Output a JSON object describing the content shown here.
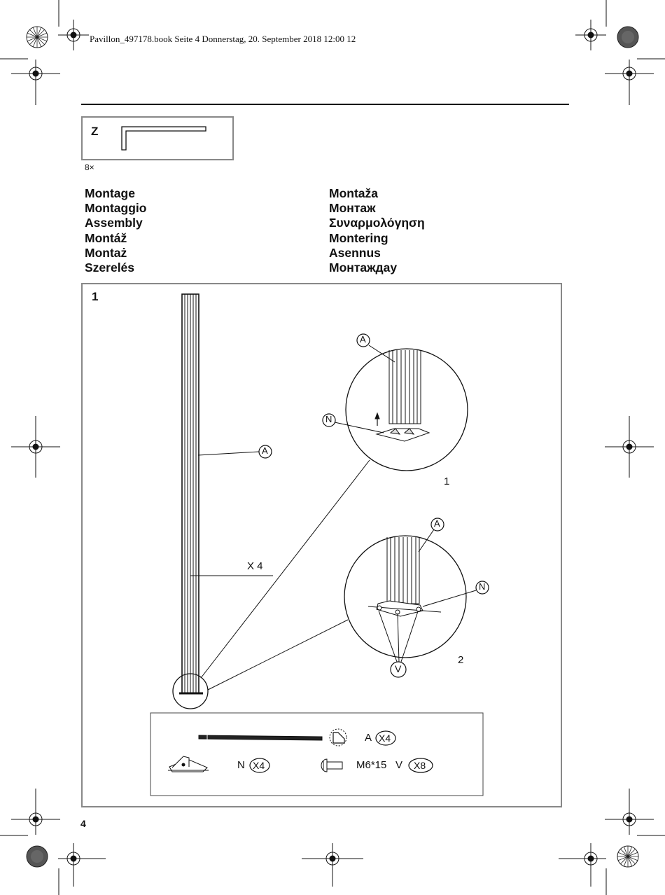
{
  "header": {
    "print_line": "Pavillon_497178.book  Seite 4  Donnerstag, 20. September 2018  12:00 12"
  },
  "tool": {
    "letter": "Z",
    "quantity": "8×"
  },
  "titles": {
    "left": [
      "Montage",
      "Montaggio",
      "Assembly",
      "Montáž",
      "Montaż",
      "Szerelés"
    ],
    "right": [
      "Montaža",
      "Монтаж",
      "Συναρμολόγηση",
      "Montering",
      "Asennus",
      "Монтаждау"
    ]
  },
  "step": {
    "number": "1",
    "pole_label": "A",
    "pole_count": "X 4",
    "detail1": {
      "label_a": "A",
      "label_n": "N",
      "number": "1"
    },
    "detail2": {
      "label_a": "A",
      "label_n": "N",
      "label_v": "V",
      "number": "2"
    }
  },
  "parts": {
    "a_letter": "A",
    "a_qty": "X4",
    "n_letter": "N",
    "n_qty": "X4",
    "v_size": "M6*15",
    "v_letter": "V",
    "v_qty": "X8"
  },
  "page_number": "4"
}
